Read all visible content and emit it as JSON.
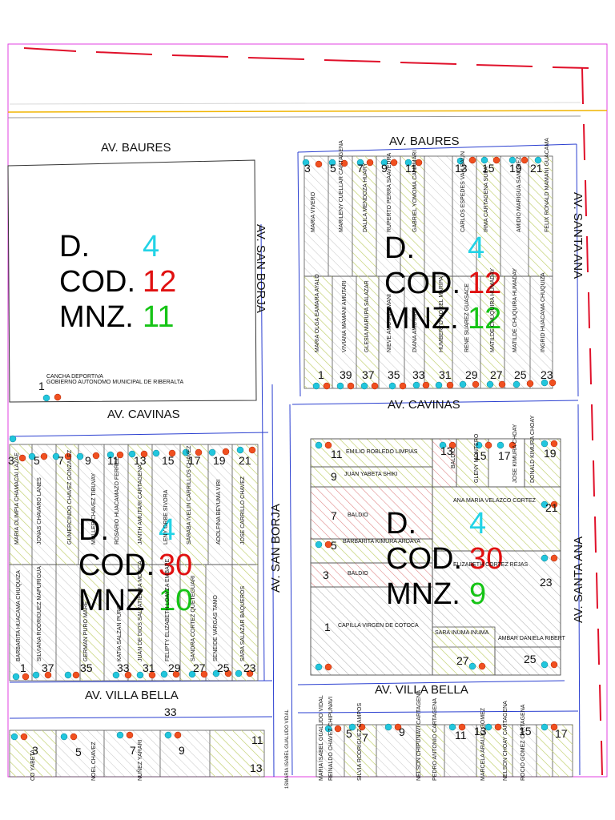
{
  "streets": {
    "baures_1": "AV. BAURES",
    "baures_2": "AV. BAURES",
    "san_borja_1": "AV. SAN BORJA",
    "san_borja_2": "AV. SAN BORJA",
    "santa_ana_1": "AV. SANTA ANA",
    "santa_ana_2": "AV. SANTA ANA",
    "cavinas_1": "AV. CAVINAS",
    "cavinas_2": "AV. CAVINAS",
    "villa_bella_1": "AV. VILLA BELLA",
    "villa_bella_2": "AV. VILLA BELLA"
  },
  "blocks": [
    {
      "d_label": "D.",
      "d": "4",
      "cod_label": "COD.",
      "cod": "12",
      "mnz_label": "MNZ.",
      "mnz": "11"
    },
    {
      "d_label": "D.",
      "d": "4",
      "cod_label": "COD.",
      "cod": "12",
      "mnz_label": "MNZ.",
      "mnz": "12"
    },
    {
      "d_label": "D.",
      "d": "4",
      "cod_label": "COD.",
      "cod": "30",
      "mnz_label": "MNZ",
      "mnz": "10"
    },
    {
      "d_label": "D.",
      "d": "4",
      "cod_label": "COD.",
      "cod": "30",
      "mnz_label": "MNZ.",
      "mnz": "9"
    }
  ],
  "colors": {
    "d": "#22d3e6",
    "cod": "#e01010",
    "mnz": "#16c416",
    "street_line": "#2a3fd0",
    "boundary": "#e0102a",
    "hatch": "#c8d86a"
  },
  "texts": {
    "cancha_1": "CANCHA DEPORTIVA",
    "cancha_2": "GOBIERNO AUTONOMO MUNICIPAL DE RIBERALTA",
    "lot_1_nw": "1",
    "lot_33_mid": "33",
    "vidal": "1SMARIA ISABEL GUALUDO VIDAL"
  },
  "ne_top_lots": [
    "3",
    "5",
    "7",
    "9",
    "11",
    "13",
    "15",
    "19",
    "21"
  ],
  "ne_bottom_lots": [
    "1",
    "39",
    "37",
    "35",
    "33",
    "31",
    "29",
    "27",
    "25",
    "23"
  ],
  "ne_top_owners": [
    "MARIA VIVERO",
    "MARILENY CUELLAR CARTAGENA",
    "DALILA MENDOZA HUARY",
    "RUPERTO PERRA SAAVEDRA",
    "GABRIEL YOMOMA CANAMARI",
    "CARLOS ESPEDES VAN BAUN",
    "IRMA CARTAGENA SUPA",
    "AMIDIO MARIGUA SANCHEZ",
    "FELIX RONALD MAMANI GUACAMA"
  ],
  "ne_bottom_owners": [
    "MARIA OLGA EAMARA AYALO",
    "VIVIANA MAMANI AMUTARI",
    "GLESIA MARUPA SALAZAR",
    "NIEVE AMUTARI MANI",
    "DIANA AMUTARI",
    "HUMBERTO MOREL MARIPA",
    "RENE SUAREZ GUASACE",
    "MATILDE CHUQUIRA HUMADAY",
    "MATILDE CHUQUIRA HUMADAY",
    "INGRID HUACAMA CHUQUIZA"
  ],
  "sw_top_lots": [
    "3",
    "5",
    "7",
    "9",
    "11",
    "13",
    "15",
    "17",
    "19",
    "21"
  ],
  "sw_bottom_lots": [
    "1",
    "37",
    "35",
    "33",
    "31",
    "29",
    "27",
    "25",
    "23"
  ],
  "sw_top_owners": [
    "MARIA OLIMPIA CHAMACAI LAZAE",
    "JONAS CHAVARO LANES",
    "GUMERCINDO CHAVEZ GONZALEZ",
    "MOLLER CHAVEZ TIBUVAY",
    "ROSARIO HUACAMAZO FERREZ",
    "JANTH AMUTARI CARTAGENA",
    "LENY ORBE SIVORA",
    "SARABA IVELIN CARRILLOS CHAVEZ",
    "ADOLFINA BEYUMA VIRI",
    "JOSE CARRILLO CHAVEZ"
  ],
  "sw_bottom_owners": [
    "BARBARITA HUACAMA CHUQUIZA",
    "SILVIANA RODRIGUEZ MAPURIGUA",
    "GERMAN PURO MARE",
    "KATIA SALZAN PURO",
    "JUAN DE DIOS SALVATIERRA MOJICA",
    "FELIPTY ELIZABETH LOAYZA EMBAPE",
    "SANDRA CORTEZ QUETEGUARI",
    "SENEIDE VARGAS TAMO",
    "SARA SALAZAR BAQUEROS"
  ],
  "se_lots": {
    "l11": "11",
    "l13": "13",
    "l15": "15",
    "l17": "17",
    "l19": "19",
    "l9": "9",
    "l21": "21",
    "l7": "7",
    "l5": "5",
    "l3": "3",
    "l23": "23",
    "l1": "1",
    "l27": "27",
    "l25": "25"
  },
  "se_owners": {
    "o11": "EMILIO ROBLEDO LIMPIAS",
    "o9": "JUAN YABETA SHIKI",
    "o13": "BALDIO",
    "o15": "GLENY MONTERO",
    "o17": "JOSE KIMURA CHOAY",
    "o19": "DONALD KIMURA CHOAY",
    "o21": "ANA MARIA VELAZCO CORTEZ",
    "o7": "BALDIO",
    "o5": "BARBARITA KIMURA ARDAYA",
    "o3": "BALDIO",
    "o23": "ELIZABETH CORTEZ REJAS",
    "o1": "CAPILLA VIRGEN DE COTOCA",
    "o27": "SARA INUMA INUMA",
    "o25": "AMBAR DANIELA RIBERT"
  },
  "bottom_lots_left": [
    "3",
    "5",
    "7",
    "9",
    "11",
    "13"
  ],
  "bottom_owners_left": [
    "CO YABETA",
    "NOEL CHAVEZ",
    "NUÑEZ YARARI"
  ],
  "bottom_lots_right": [
    "5",
    "7",
    "9",
    "11",
    "13",
    "15",
    "17"
  ],
  "bottom_owners_right": [
    "MARIA ISABEL GUALUDO VIDAL",
    "REINALDO CHAVEZ CHIPUNAVI",
    "SILVIA RODRIGUEZ CAMPOS",
    "NELSON CHIPUNAVI CARTAGENA",
    "PEDRO ANTONIO CARTAGENA",
    "MARCELA ARAUJO GOMEZ",
    "NELSON CHOAY CARTAGENA",
    "ROCIO GOMEZ CARTAGENA"
  ]
}
